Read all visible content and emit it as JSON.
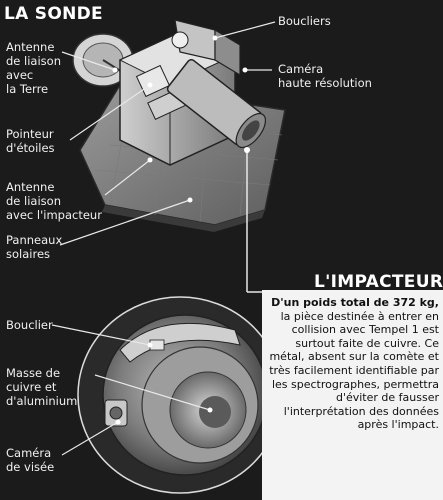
{
  "sonde": {
    "title": "LA SONDE",
    "labels": {
      "antenne_terre": [
        "Antenne",
        "de liaison",
        "avec",
        "la Terre"
      ],
      "pointeur": [
        "Pointeur",
        "d'étoiles"
      ],
      "antenne_impacteur": [
        "Antenne",
        "de liaison",
        "avec l'impacteur"
      ],
      "panneaux": [
        "Panneaux",
        "solaires"
      ],
      "boucliers": [
        "Boucliers"
      ],
      "camera": [
        "Caméra",
        "haute résolution"
      ]
    }
  },
  "impacteur": {
    "title": "L'IMPACTEUR",
    "labels": {
      "bouclier": [
        "Bouclier"
      ],
      "masse": [
        "Masse de",
        "cuivre et",
        "d'aluminium"
      ],
      "camera_visee": [
        "Caméra",
        "de visée"
      ]
    },
    "paragraph": {
      "bold_part": "D'un poids total de 372 kg,",
      "rest": "la pièce destinée à entrer en collision avec Tempel 1 est surtout faite de cuivre. Ce métal, absent sur la comète et très facilement identifiable par les spectrographes, permettra d'éviter de fausser l'interprétation des données après l'impact."
    }
  }
}
